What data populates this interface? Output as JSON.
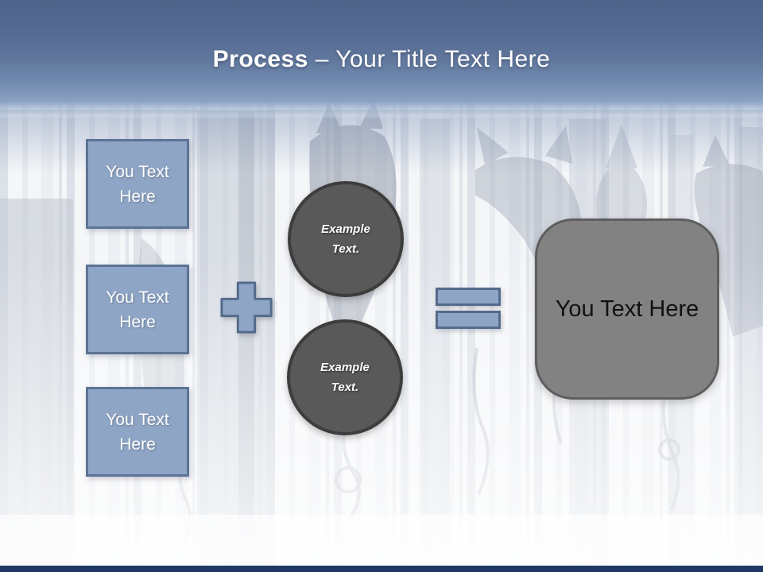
{
  "header": {
    "title_bold": "Process",
    "title_rest": " – Your Title Text Here"
  },
  "process_boxes": [
    {
      "label": "You Text Here"
    },
    {
      "label": "You Text Here"
    },
    {
      "label": "You Text Here"
    }
  ],
  "example_circles": [
    {
      "label": "Example Text."
    },
    {
      "label": "Example Text."
    }
  ],
  "result_box": {
    "label": "You Text Here"
  },
  "colors": {
    "header_top": "#4E648A",
    "header_bottom": "#8BA2C4",
    "accent_blue_fill": "#8FA5C5",
    "accent_blue_border": "#5C7395",
    "circle_gray_fill": "#595959",
    "circle_gray_border": "#3D3D3D",
    "result_gray_fill": "#828282",
    "result_gray_border": "#5E5E5E",
    "footer_navy": "#1F3864",
    "title_text": "#FFFFFF"
  }
}
